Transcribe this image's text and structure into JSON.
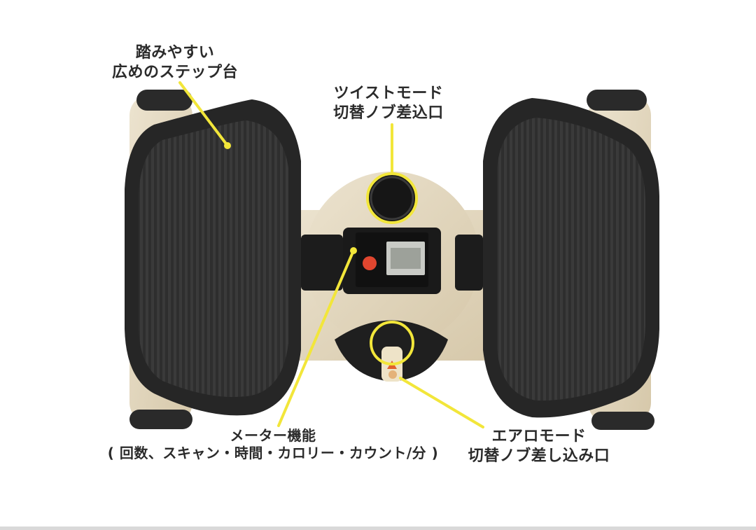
{
  "labels": {
    "step": {
      "line1": "踏みやすい",
      "line2": "広めのステップ台"
    },
    "twist": {
      "line1": "ツイストモード",
      "line2": "切替ノブ差込口"
    },
    "meter": {
      "line1": "メーター機能",
      "line2": "( 回数、スキャン・時間・カロリー・カウント/分 )"
    },
    "aero": {
      "line1": "エアロモード",
      "line2": "切替ノブ差し込み口"
    }
  },
  "colors": {
    "callout": "#f2e63a",
    "pedal": "#2b2b2b",
    "wood": "#e2d6bd"
  }
}
